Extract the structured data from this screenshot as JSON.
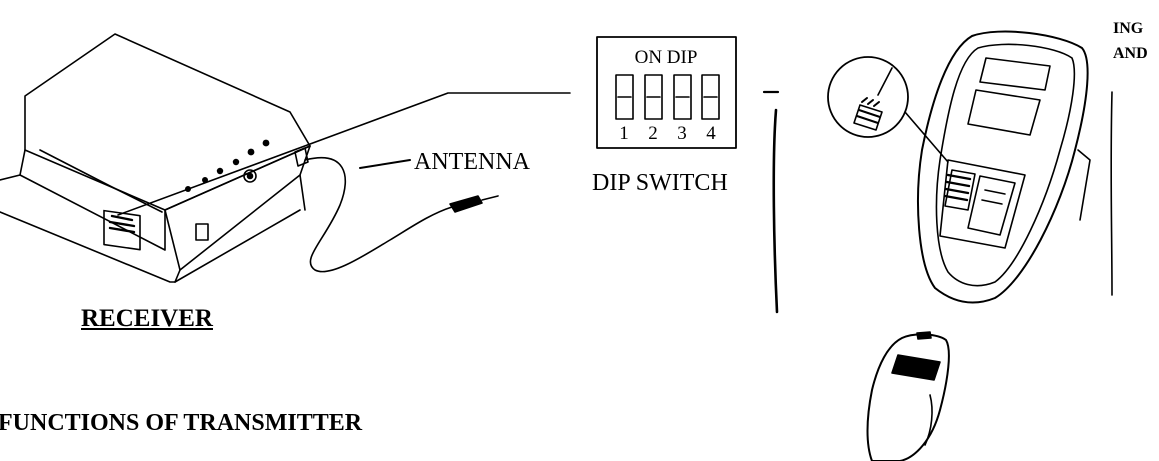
{
  "labels": {
    "antenna": "ANTENNA",
    "dip_switch": "DIP SWITCH",
    "receiver": "RECEIVER",
    "functions": "FUNCTIONS OF TRANSMITTER",
    "frag_top": "ING",
    "frag_bottom": "AND"
  },
  "dip_panel": {
    "header": "ON DIP",
    "positions": [
      "1",
      "2",
      "3",
      "4"
    ]
  }
}
